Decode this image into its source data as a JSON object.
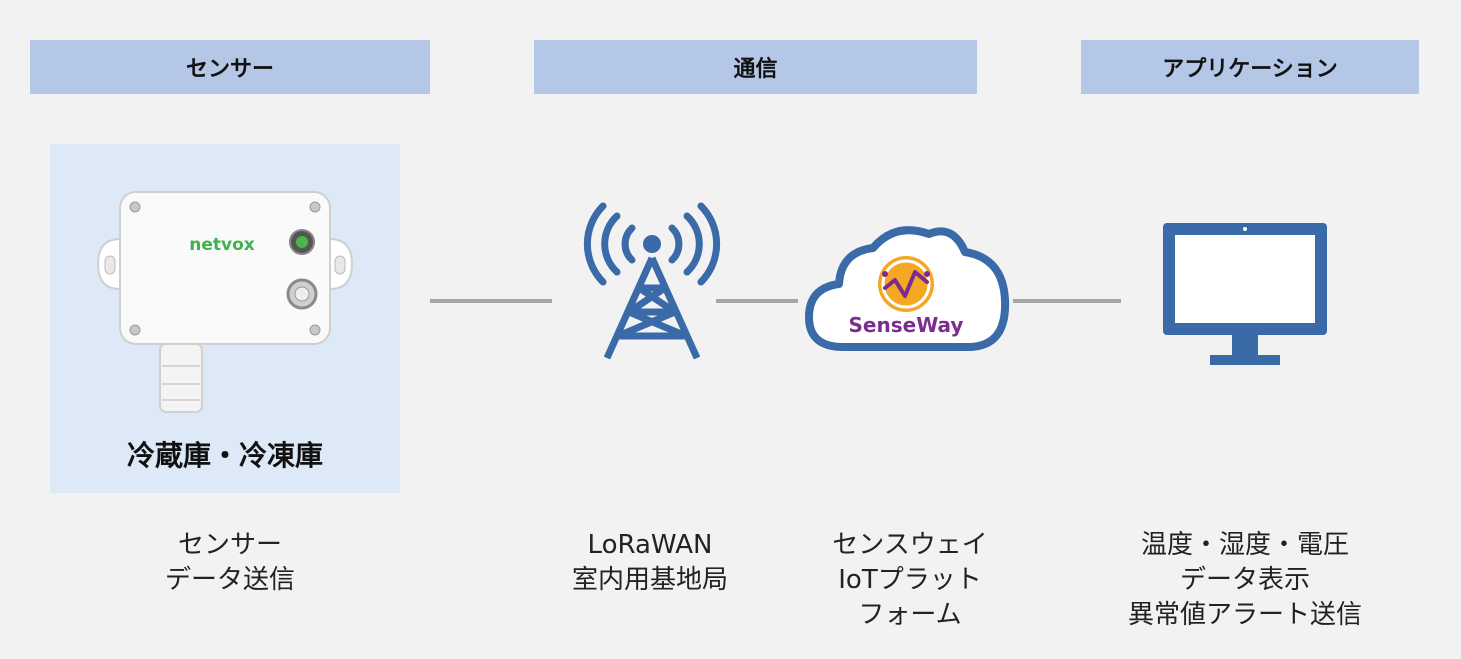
{
  "headers": {
    "sensor": "センサー",
    "communication": "通信",
    "application": "アプリケーション"
  },
  "sensor_panel": {
    "brand_logo": "netvox",
    "caption": "冷蔵庫・冷凍庫"
  },
  "cloud": {
    "logo_text": "SenseWay"
  },
  "descriptions": {
    "sensor": [
      "センサー",
      "データ送信"
    ],
    "gateway": [
      "LoRaWAN",
      "室内用基地局"
    ],
    "cloud": [
      "センスウェイ",
      "IoTプラット",
      "フォーム"
    ],
    "application": [
      "温度・湿度・電圧",
      "データ表示",
      "異常値アラート送信"
    ]
  },
  "icons": {
    "tower": "radio-tower-icon",
    "cloud": "cloud-icon",
    "monitor": "monitor-icon"
  },
  "colors": {
    "header_bg": "#b4c7e7",
    "panel_bg": "#dde9f6",
    "icon_blue": "#3a6aa8",
    "connector": "#a6a6a6",
    "brand_green": "#3cb34a",
    "logo_orange": "#f5a623",
    "logo_purple": "#7b2c8f"
  }
}
